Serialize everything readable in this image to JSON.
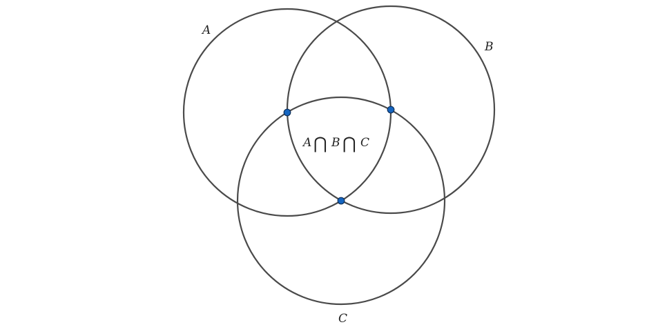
{
  "diagram": {
    "type": "venn-three-circles",
    "sets": [
      {
        "name": "A"
      },
      {
        "name": "B"
      },
      {
        "name": "C"
      }
    ],
    "intersection_label": {
      "parts": [
        "A",
        "⋂",
        "B",
        "⋂",
        "C"
      ]
    },
    "colors": {
      "circle_stroke": "#4a4a4a",
      "point_fill": "#1565c0",
      "point_stroke": "#0d2f5a"
    }
  }
}
